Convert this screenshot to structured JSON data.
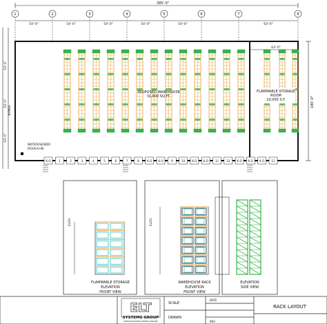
{
  "dimensions": {
    "overall": "385'-0\"",
    "segments_top": [
      "54'-0\"",
      "54'-0\"",
      "54'-0\"",
      "54'-0\"",
      "54'-0\"",
      "63'-0\""
    ],
    "flammable_width": "63'-0\"",
    "right_depth": "180'-0\"",
    "left_labels": [
      "53'-0\"",
      "53'-0\"",
      "53'-0\""
    ],
    "bypass": "BYPASS"
  },
  "grid_bubbles": [
    "1",
    "2",
    "3",
    "4",
    "5",
    "6",
    "7",
    "8"
  ],
  "warehouse_label": [
    "PROPOSED WAREHOUSE",
    "31,800 SQ.FT."
  ],
  "storage_label": [
    "FLAMMABLE STORAGE",
    "ROOM",
    "10,000 S.F."
  ],
  "water_label": [
    "WATER/SEWER",
    "ROUGH-IN"
  ],
  "door_tags": [
    "K.O",
    "1",
    "2",
    "3",
    "4",
    "5",
    "6",
    "7",
    "8",
    "K.O",
    "K.O",
    "9",
    "10",
    "K.O",
    "K.O",
    "11",
    "12",
    "K.O",
    "K.O",
    "K.O",
    "11",
    "12"
  ],
  "elevations": [
    {
      "caption": [
        "FLAMMABLE STORAGE",
        "ELEVATION",
        "FRONT VIEW"
      ],
      "elev_tag": "ELEV."
    },
    {
      "caption": [
        "WAREHOUSE RACK",
        "ELEVATION",
        "FRONT VIEW"
      ],
      "elev_tag": "ELEV."
    },
    {
      "caption": [
        "ELEVATION",
        "SIDE VIEW"
      ],
      "elev_tag": ""
    }
  ],
  "title_block": {
    "logo_letters": "ELT",
    "logo_name": "SYSTEMS GROUP",
    "logo_tagline": "STORAGE SOLUTIONS & MATERIAL HANDLING",
    "sheet_title": "RACK LAYOUT",
    "scale": "SCALE",
    "drawn": "DRAWN",
    "date": "DATE",
    "rev": "REV"
  },
  "colors": {
    "rack_upright": "#e8a23a",
    "rack_pallet": "#39b54a",
    "pallet_cyan": "#45c6c6",
    "line": "#222222"
  }
}
